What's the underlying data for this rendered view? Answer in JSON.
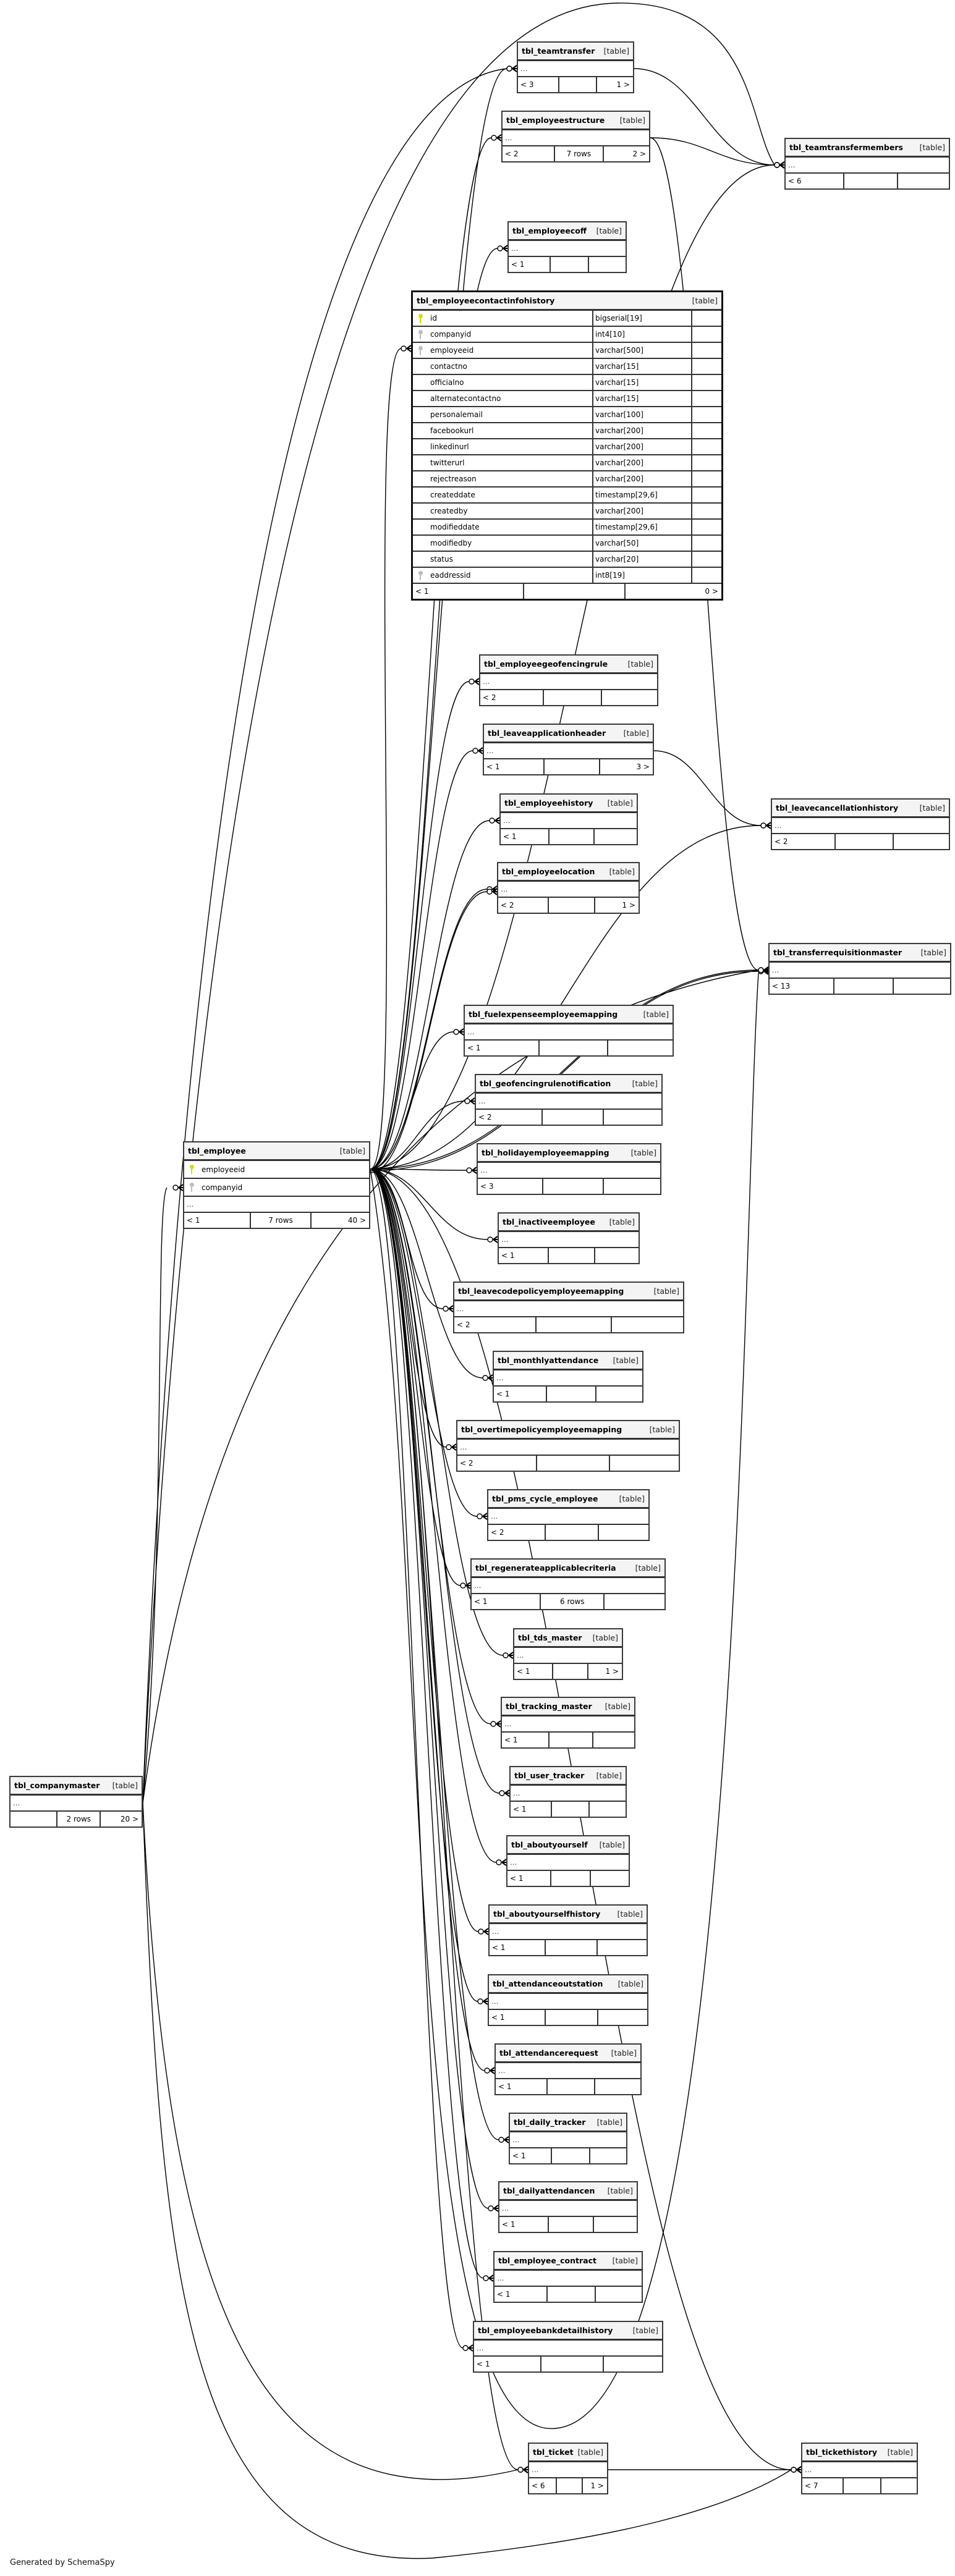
{
  "colors": {
    "pk_key": "#d8d800",
    "fk_key": "#bdbdbd",
    "header_bg": "#f4f4f4",
    "line": "#000000"
  },
  "credit": "Generated by SchemaSpy",
  "tables": [
    {
      "name": "tbl_teamtransfer",
      "kind": "[table]",
      "more": "...",
      "footer": {
        "left": "< 3",
        "center": "",
        "right": "1 >"
      }
    },
    {
      "name": "tbl_employeestructure",
      "kind": "[table]",
      "more": "...",
      "footer": {
        "left": "< 2",
        "center": "7 rows",
        "right": "2 >"
      }
    },
    {
      "name": "tbl_teamtransfermembers",
      "kind": "[table]",
      "more": "...",
      "footer": {
        "left": "< 6",
        "center": "",
        "right": ""
      }
    },
    {
      "name": "tbl_employeecoff",
      "kind": "[table]",
      "more": "...",
      "footer": {
        "left": "< 1",
        "center": "",
        "right": ""
      }
    },
    {
      "name": "tbl_employeecontactinfohistory",
      "kind": "[table]",
      "main": true,
      "columns": [
        {
          "name": "id",
          "type": "bigserial[19]",
          "key": "pk-key-icon"
        },
        {
          "name": "companyid",
          "type": "int4[10]",
          "key": "fk-key-icon"
        },
        {
          "name": "employeeid",
          "type": "varchar[500]",
          "key": "fk-key-icon"
        },
        {
          "name": "contactno",
          "type": "varchar[15]",
          "key": ""
        },
        {
          "name": "officialno",
          "type": "varchar[15]",
          "key": ""
        },
        {
          "name": "alternatecontactno",
          "type": "varchar[15]",
          "key": ""
        },
        {
          "name": "personalemail",
          "type": "varchar[100]",
          "key": ""
        },
        {
          "name": "facebookurl",
          "type": "varchar[200]",
          "key": ""
        },
        {
          "name": "linkedinurl",
          "type": "varchar[200]",
          "key": ""
        },
        {
          "name": "twitterurl",
          "type": "varchar[200]",
          "key": ""
        },
        {
          "name": "rejectreason",
          "type": "varchar[200]",
          "key": ""
        },
        {
          "name": "createddate",
          "type": "timestamp[29,6]",
          "key": ""
        },
        {
          "name": "createdby",
          "type": "varchar[200]",
          "key": ""
        },
        {
          "name": "modifieddate",
          "type": "timestamp[29,6]",
          "key": ""
        },
        {
          "name": "modifiedby",
          "type": "varchar[50]",
          "key": ""
        },
        {
          "name": "status",
          "type": "varchar[20]",
          "key": ""
        },
        {
          "name": "eaddressid",
          "type": "int8[19]",
          "key": "fk-key-icon"
        }
      ],
      "footer": {
        "left": "< 1",
        "center": "",
        "right": "0 >"
      }
    },
    {
      "name": "tbl_employeegeofencingrule",
      "kind": "[table]",
      "more": "...",
      "footer": {
        "left": "< 2",
        "center": "",
        "right": ""
      }
    },
    {
      "name": "tbl_leaveapplicationheader",
      "kind": "[table]",
      "more": "...",
      "footer": {
        "left": "< 1",
        "center": "",
        "right": "3 >"
      }
    },
    {
      "name": "tbl_employeehistory",
      "kind": "[table]",
      "more": "...",
      "footer": {
        "left": "< 1",
        "center": "",
        "right": ""
      }
    },
    {
      "name": "tbl_employeelocation",
      "kind": "[table]",
      "more": "...",
      "footer": {
        "left": "< 2",
        "center": "",
        "right": "1 >"
      }
    },
    {
      "name": "tbl_leavecancellationhistory",
      "kind": "[table]",
      "more": "...",
      "footer": {
        "left": "< 2",
        "center": "",
        "right": ""
      }
    },
    {
      "name": "tbl_transferrequisitionmaster",
      "kind": "[table]",
      "more": "...",
      "footer": {
        "left": "< 13",
        "center": "",
        "right": ""
      }
    },
    {
      "name": "tbl_fuelexpenseemployeemapping",
      "kind": "[table]",
      "more": "...",
      "footer": {
        "left": "< 1",
        "center": "",
        "right": ""
      }
    },
    {
      "name": "tbl_geofencingrulenotification",
      "kind": "[table]",
      "more": "...",
      "footer": {
        "left": "< 2",
        "center": "",
        "right": ""
      }
    },
    {
      "name": "tbl_holidayemployeemapping",
      "kind": "[table]",
      "more": "...",
      "footer": {
        "left": "< 3",
        "center": "",
        "right": ""
      }
    },
    {
      "name": "tbl_inactiveemployee",
      "kind": "[table]",
      "more": "...",
      "footer": {
        "left": "< 1",
        "center": "",
        "right": ""
      }
    },
    {
      "name": "tbl_leavecodepolicyemployeemapping",
      "kind": "[table]",
      "more": "...",
      "footer": {
        "left": "< 2",
        "center": "",
        "right": ""
      }
    },
    {
      "name": "tbl_monthlyattendance",
      "kind": "[table]",
      "more": "...",
      "footer": {
        "left": "< 1",
        "center": "",
        "right": ""
      }
    },
    {
      "name": "tbl_overtimepolicyemployeemapping",
      "kind": "[table]",
      "more": "...",
      "footer": {
        "left": "< 2",
        "center": "",
        "right": ""
      }
    },
    {
      "name": "tbl_pms_cycle_employee",
      "kind": "[table]",
      "more": "...",
      "footer": {
        "left": "< 2",
        "center": "",
        "right": ""
      }
    },
    {
      "name": "tbl_regenerateapplicablecriteria",
      "kind": "[table]",
      "more": "...",
      "footer": {
        "left": "< 1",
        "center": "6 rows",
        "right": ""
      }
    },
    {
      "name": "tbl_tds_master",
      "kind": "[table]",
      "more": "...",
      "footer": {
        "left": "< 1",
        "center": "",
        "right": "1 >"
      }
    },
    {
      "name": "tbl_tracking_master",
      "kind": "[table]",
      "more": "...",
      "footer": {
        "left": "< 1",
        "center": "",
        "right": ""
      }
    },
    {
      "name": "tbl_user_tracker",
      "kind": "[table]",
      "more": "...",
      "footer": {
        "left": "< 1",
        "center": "",
        "right": ""
      }
    },
    {
      "name": "tbl_aboutyourself",
      "kind": "[table]",
      "more": "...",
      "footer": {
        "left": "< 1",
        "center": "",
        "right": ""
      }
    },
    {
      "name": "tbl_aboutyourselfhistory",
      "kind": "[table]",
      "more": "...",
      "footer": {
        "left": "< 1",
        "center": "",
        "right": ""
      }
    },
    {
      "name": "tbl_attendanceoutstation",
      "kind": "[table]",
      "more": "...",
      "footer": {
        "left": "< 1",
        "center": "",
        "right": ""
      }
    },
    {
      "name": "tbl_attendancerequest",
      "kind": "[table]",
      "more": "...",
      "footer": {
        "left": "< 1",
        "center": "",
        "right": ""
      }
    },
    {
      "name": "tbl_daily_tracker",
      "kind": "[table]",
      "more": "...",
      "footer": {
        "left": "< 1",
        "center": "",
        "right": ""
      }
    },
    {
      "name": "tbl_dailyattendancen",
      "kind": "[table]",
      "more": "...",
      "footer": {
        "left": "< 1",
        "center": "",
        "right": ""
      }
    },
    {
      "name": "tbl_employee_contract",
      "kind": "[table]",
      "more": "...",
      "footer": {
        "left": "< 1",
        "center": "",
        "right": ""
      }
    },
    {
      "name": "tbl_employeebankdetailhistory",
      "kind": "[table]",
      "more": "...",
      "footer": {
        "left": "< 1",
        "center": "",
        "right": ""
      }
    },
    {
      "name": "tbl_ticket",
      "kind": "[table]",
      "more": "...",
      "footer": {
        "left": "< 6",
        "center": "",
        "right": "1 >"
      }
    },
    {
      "name": "tbl_tickethistory",
      "kind": "[table]",
      "more": "...",
      "footer": {
        "left": "< 7",
        "center": "",
        "right": ""
      }
    },
    {
      "name": "tbl_employee",
      "kind": "[table]",
      "more": "...",
      "columns": [
        {
          "name": "employeeid",
          "key": "pk-key-icon"
        },
        {
          "name": "companyid",
          "key": "fk-key-icon"
        }
      ],
      "footer": {
        "left": "< 1",
        "center": "7 rows",
        "right": "40 >"
      }
    },
    {
      "name": "tbl_companymaster",
      "kind": "[table]",
      "more": "...",
      "footer": {
        "left": "",
        "center": "2 rows",
        "right": "20 >"
      }
    }
  ]
}
